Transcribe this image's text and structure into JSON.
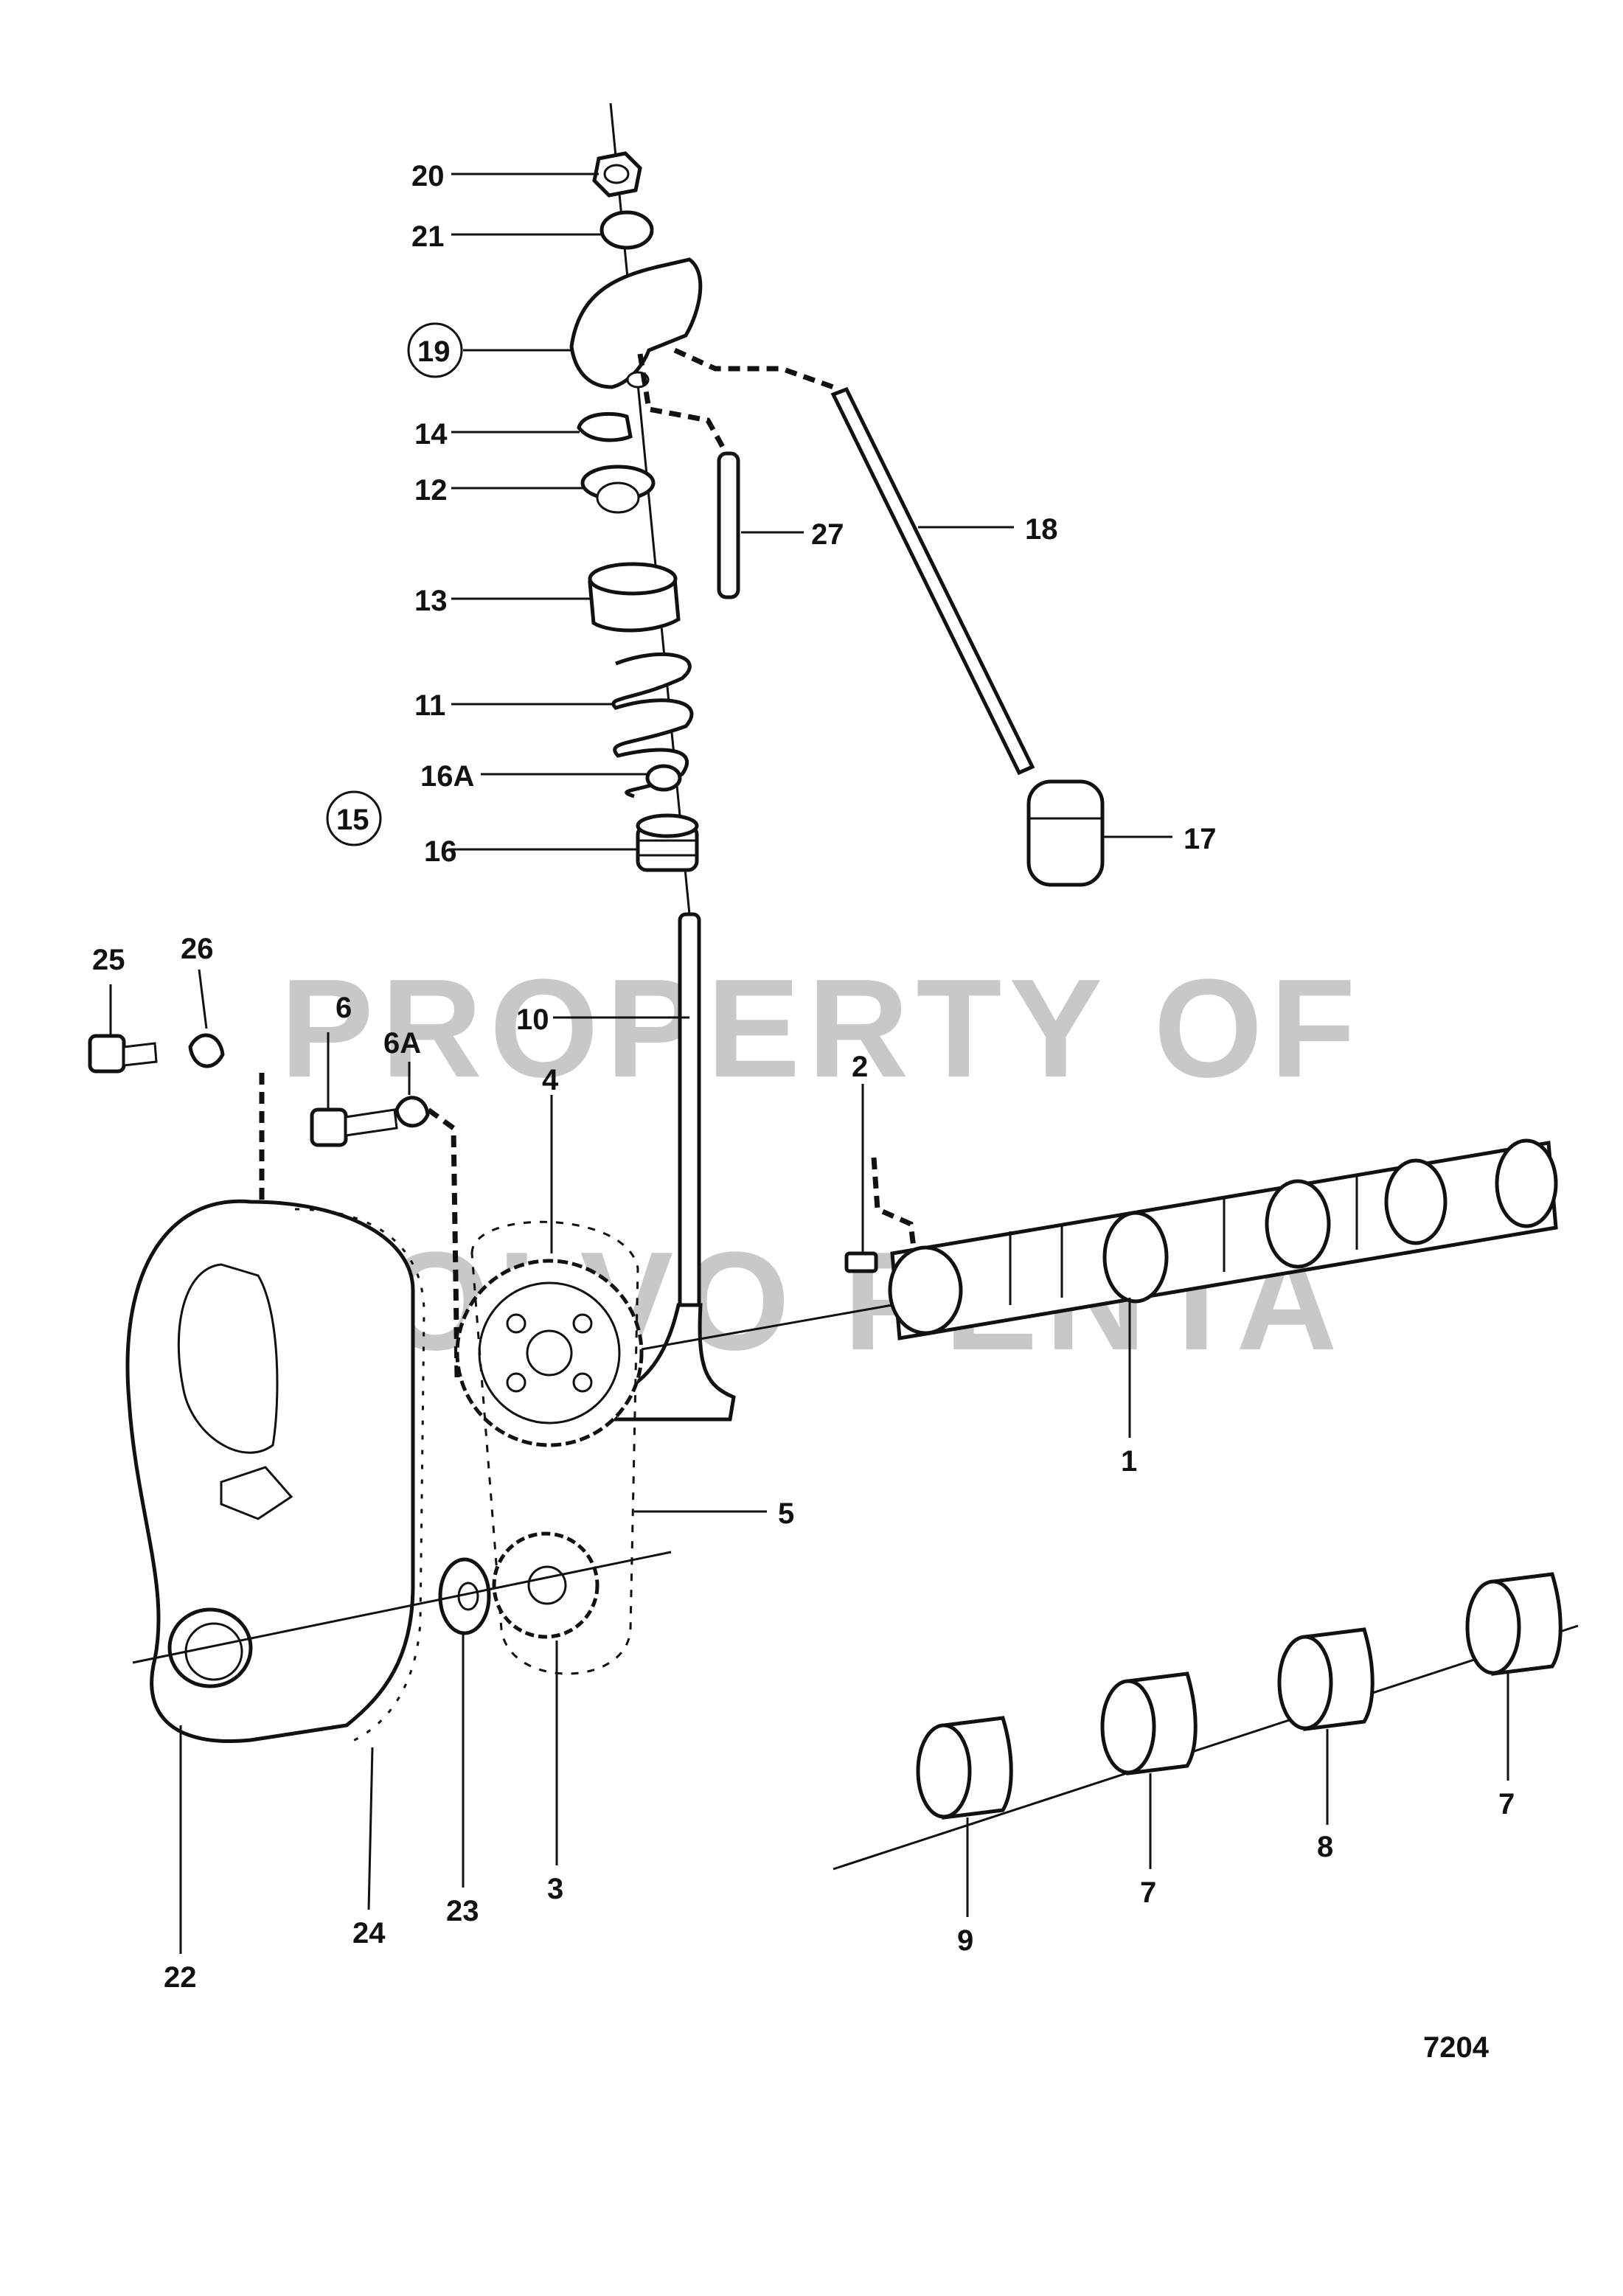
{
  "watermark": {
    "line1": "PROPERTY OF",
    "line2": "VOLVO PENTA"
  },
  "drawing_number": "7204",
  "callouts": {
    "p20": "20",
    "p21": "21",
    "p19": "19",
    "p14": "14",
    "p12": "12",
    "p13": "13",
    "p11": "11",
    "p16A": "16A",
    "p15": "15",
    "p16": "16",
    "p27": "27",
    "p18": "18",
    "p17": "17",
    "p10": "10",
    "p25": "25",
    "p26": "26",
    "p6": "6",
    "p6A": "6A",
    "p4": "4",
    "p2": "2",
    "p1": "1",
    "p5": "5",
    "p3": "3",
    "p23": "23",
    "p24": "24",
    "p22": "22",
    "p9": "9",
    "p7a": "7",
    "p8": "8",
    "p7b": "7"
  }
}
